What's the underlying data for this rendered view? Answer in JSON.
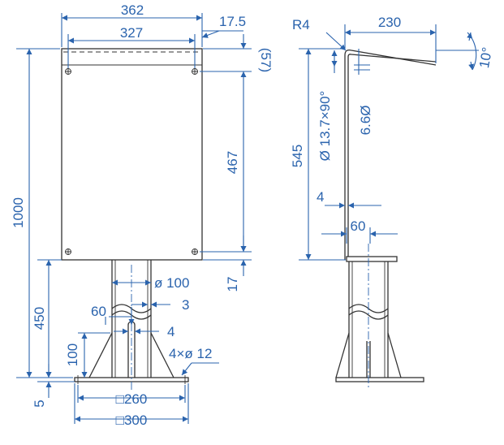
{
  "front_view": {
    "width_outer": "362",
    "width_holes": "327",
    "edge_offset": "17.5",
    "top_band": "(57)",
    "hole_spacing_v": "467",
    "total_height": "1000",
    "bottom_offset": "17",
    "pipe_diameter": "ø 100",
    "pipe_wall": "3",
    "slot_width": "60",
    "slot_gap": "4",
    "stand_height": "450",
    "rib_height": "100",
    "base_holes": "4×ø 12",
    "base_thickness": "5",
    "base_hole_square": "□260",
    "base_square": "□300"
  },
  "side_view": {
    "bend_radius": "R4",
    "top_length": "230",
    "tilt_angle": "10°",
    "slot_spec": "Ø 13.7×90°",
    "hole_diameter": "6.6Ø",
    "plate_height": "545",
    "plate_thickness": "4",
    "offset_60": "60"
  },
  "colors": {
    "dimension": "#2a63ad",
    "object": "#333333"
  }
}
